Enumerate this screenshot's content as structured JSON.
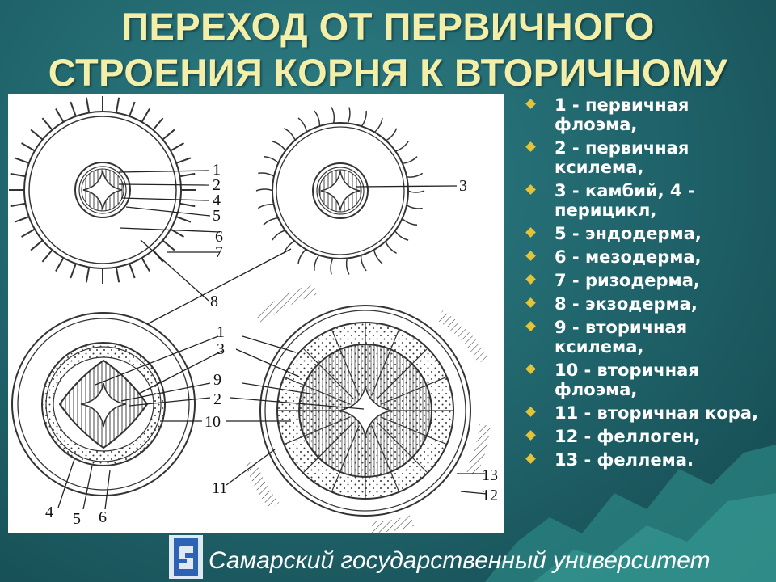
{
  "title": {
    "line1": "ПЕРЕХОД ОТ ПЕРВИЧНОГО",
    "line2": "СТРОЕНИЯ КОРНЯ К ВТОРИЧНОМУ"
  },
  "diagram_labels": {
    "l1": "1",
    "l2": "2",
    "l3": "3",
    "l4": "4",
    "l5": "5",
    "l6": "6",
    "l7": "7",
    "l8": "8",
    "l9": "9",
    "l10": "10",
    "l11": "11",
    "l12": "12",
    "l13": "13"
  },
  "legend": [
    "1 - первичная флоэма,",
    "2 - первичная ксилема,",
    "3 - камбий, 4 - перицикл,",
    "5 - эндодерма,",
    "6 - мезодерма,",
    "7 - ризодерма,",
    "8 - экзодерма,",
    "9 - вторичная ксилема,",
    "10 - вторичная флоэма,",
    "11 - вторичная кора,",
    "12 - феллоген,",
    "13 - феллема."
  ],
  "footer": {
    "university": "Самарский государственный университет",
    "logo_icon": "university-logo-icon"
  },
  "colors": {
    "background": "#1f6269",
    "title": "#f4efa8",
    "bullet": "#e3c33a",
    "text": "#ffffff"
  }
}
